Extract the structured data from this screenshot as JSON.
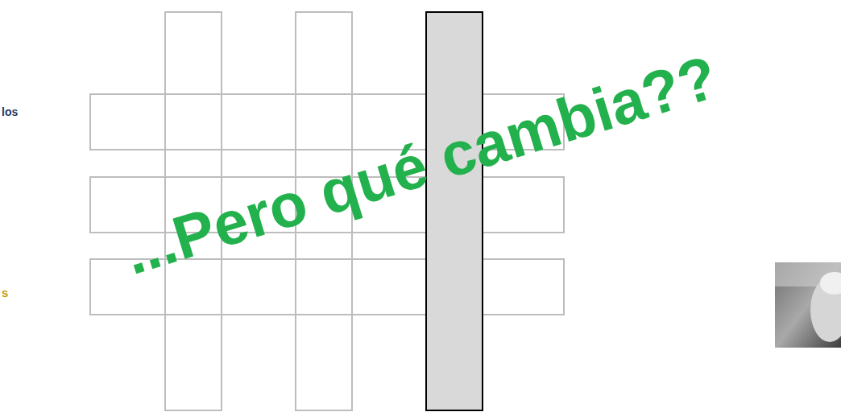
{
  "diagram": {
    "labels": [
      "los",
      "...Pero qué cambia??",
      "s"
    ]
  }
}
